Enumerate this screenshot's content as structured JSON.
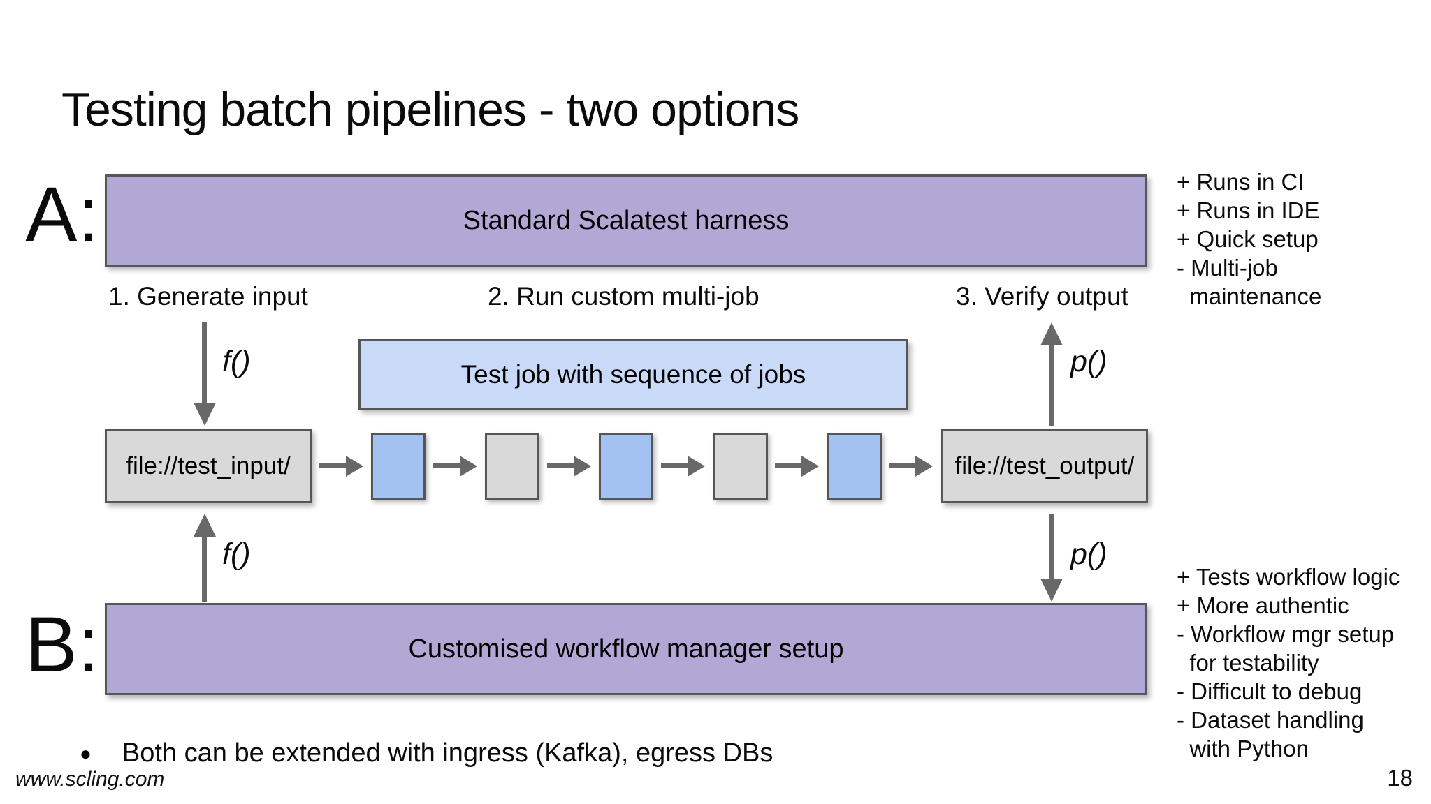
{
  "slide": {
    "title": "Testing batch pipelines - two options",
    "footer": "www.scling.com",
    "page_number": "18"
  },
  "option_a": {
    "label": "A:",
    "bar_text": "Standard Scalatest harness",
    "notes": [
      "+ Runs in CI",
      "+ Runs in IDE",
      "+ Quick setup",
      "- Multi-job",
      "  maintenance"
    ]
  },
  "steps": {
    "step1": "1. Generate input",
    "step2": "2. Run custom multi-job",
    "step3": "3. Verify output"
  },
  "diagram": {
    "test_job_box": "Test job with sequence of jobs",
    "input_box": "file://test_input/",
    "output_box": "file://test_output/",
    "function_labels": {
      "f": "f()",
      "p": "p()"
    },
    "pipeline_nodes": [
      "blue",
      "gray",
      "blue",
      "gray",
      "blue"
    ],
    "colors": {
      "bar_purple": "#b2a8d6",
      "test_job_blue": "#c9daf8",
      "node_blue": "#a3c2f1",
      "node_gray": "#d9d9d9",
      "box_border": "#55565a",
      "arrow_gray": "#686868"
    }
  },
  "option_b": {
    "label": "B:",
    "bar_text": "Customised workflow manager setup",
    "notes": [
      "+ Tests workflow logic",
      "+ More authentic",
      "- Workflow mgr setup",
      "  for testability",
      "- Difficult to debug",
      "- Dataset handling",
      "  with Python"
    ]
  },
  "bullet": {
    "marker": "●",
    "text": "Both can be extended with ingress (Kafka), egress DBs"
  }
}
